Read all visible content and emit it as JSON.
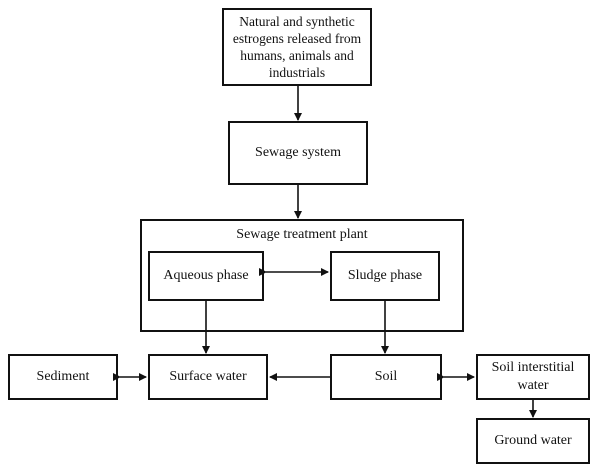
{
  "nodes": {
    "source": "Natural and synthetic estrogens released from humans, animals and industrials",
    "sewage_system": "Sewage system",
    "treatment_plant": "Sewage treatment plant",
    "aqueous_phase": "Aqueous phase",
    "sludge_phase": "Sludge phase",
    "sediment": "Sediment",
    "surface_water": "Surface water",
    "soil": "Soil",
    "soil_interstitial_water": "Soil interstitial water",
    "ground_water": "Ground water"
  },
  "edges": [
    {
      "from": "source",
      "to": "sewage_system",
      "direction": "forward"
    },
    {
      "from": "sewage_system",
      "to": "treatment_plant",
      "direction": "forward"
    },
    {
      "from": "aqueous_phase",
      "to": "sludge_phase",
      "direction": "both"
    },
    {
      "from": "aqueous_phase",
      "to": "surface_water",
      "direction": "forward"
    },
    {
      "from": "sludge_phase",
      "to": "soil",
      "direction": "forward"
    },
    {
      "from": "sediment",
      "to": "surface_water",
      "direction": "both"
    },
    {
      "from": "soil",
      "to": "surface_water",
      "direction": "forward"
    },
    {
      "from": "soil",
      "to": "soil_interstitial_water",
      "direction": "both"
    },
    {
      "from": "soil_interstitial_water",
      "to": "ground_water",
      "direction": "forward"
    }
  ]
}
